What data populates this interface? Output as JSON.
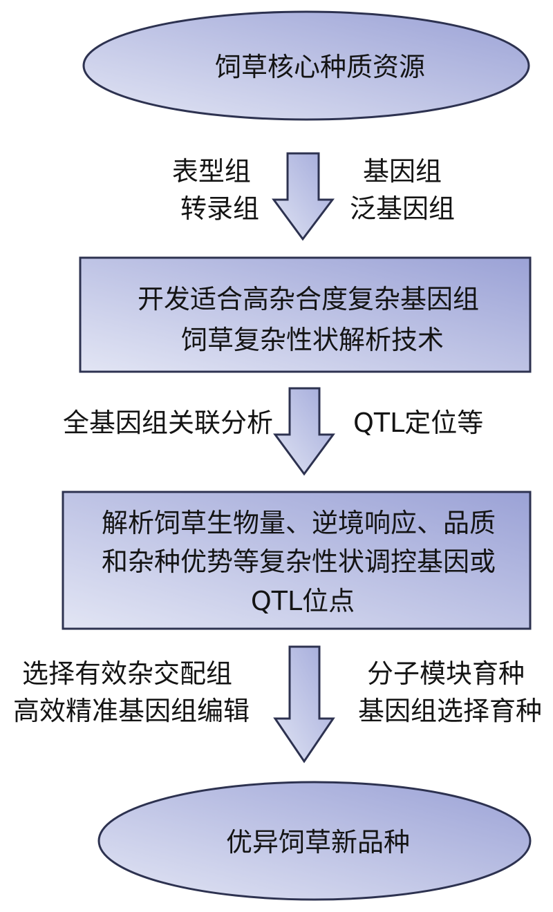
{
  "colors": {
    "shape_fill_light": "#dfe3f3",
    "shape_fill_dark": "#9ea5d7",
    "shape_stroke": "#2d3250",
    "text": "#141414"
  },
  "nodes": [
    {
      "id": "top-ellipse",
      "lines": [
        "饲草核心种质资源"
      ]
    },
    {
      "id": "box-1",
      "lines": [
        "开发适合高杂合度复杂基因组",
        "饲草复杂性状解析技术"
      ]
    },
    {
      "id": "box-2",
      "lines": [
        "解析饲草生物量、逆境响应、品质",
        "和杂种优势等复杂性状调控基因或",
        "QTL位点"
      ]
    },
    {
      "id": "bottom-ellipse",
      "lines": [
        "优异饲草新品种"
      ]
    }
  ],
  "arrows": [
    {
      "id": "arrow-1",
      "left_lines": [
        "表型组",
        "转录组"
      ],
      "right_lines": [
        "基因组",
        "泛基因组"
      ]
    },
    {
      "id": "arrow-2",
      "left_lines": [
        "全基因组关联分析"
      ],
      "right_lines": [
        "QTL定位等"
      ]
    },
    {
      "id": "arrow-3",
      "left_lines": [
        "选择有效杂交配组",
        "高效精准基因组编辑"
      ],
      "right_lines": [
        "分子模块育种",
        "基因组选择育种"
      ]
    }
  ]
}
